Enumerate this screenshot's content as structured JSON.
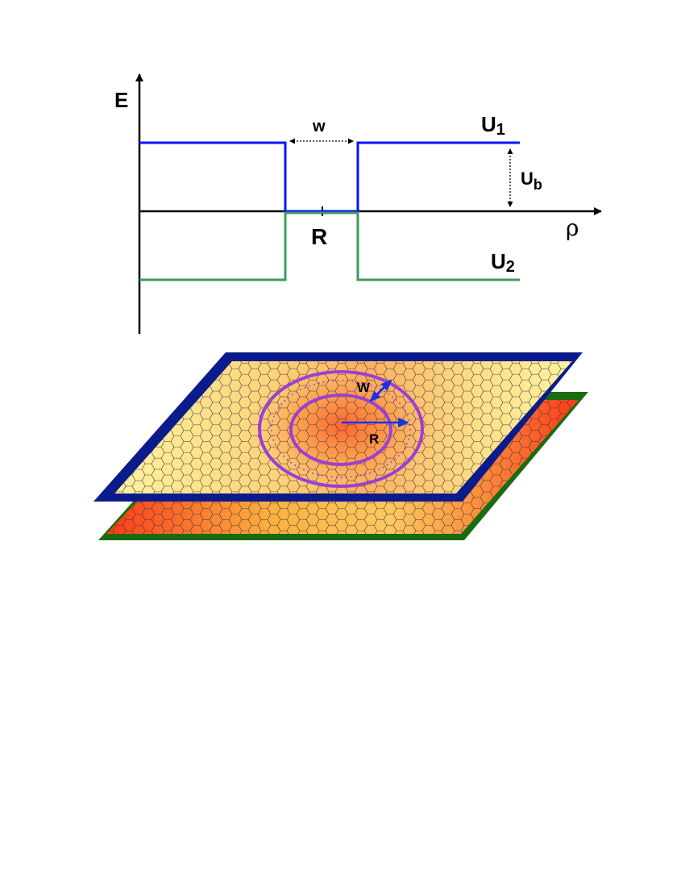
{
  "energy_diagram": {
    "y_axis_label": "E",
    "x_axis_label": "ρ",
    "width_label": "w",
    "radius_label": "R",
    "barrier_label_main": "U",
    "barrier_label_sub": "b",
    "upper_curve_label_main": "U",
    "upper_curve_label_sub": "1",
    "lower_curve_label_main": "U",
    "lower_curve_label_sub": "2"
  },
  "bilayer": {
    "width_label": "W",
    "radius_label": "R"
  },
  "colors": {
    "upper_potential": "#0a14ff",
    "lower_potential": "#3f9a5a",
    "top_layer_border": "#0c1b8c",
    "bottom_layer_border": "#1b6b12",
    "ring": "#9b3fd6",
    "arrow": "#1832e6"
  }
}
